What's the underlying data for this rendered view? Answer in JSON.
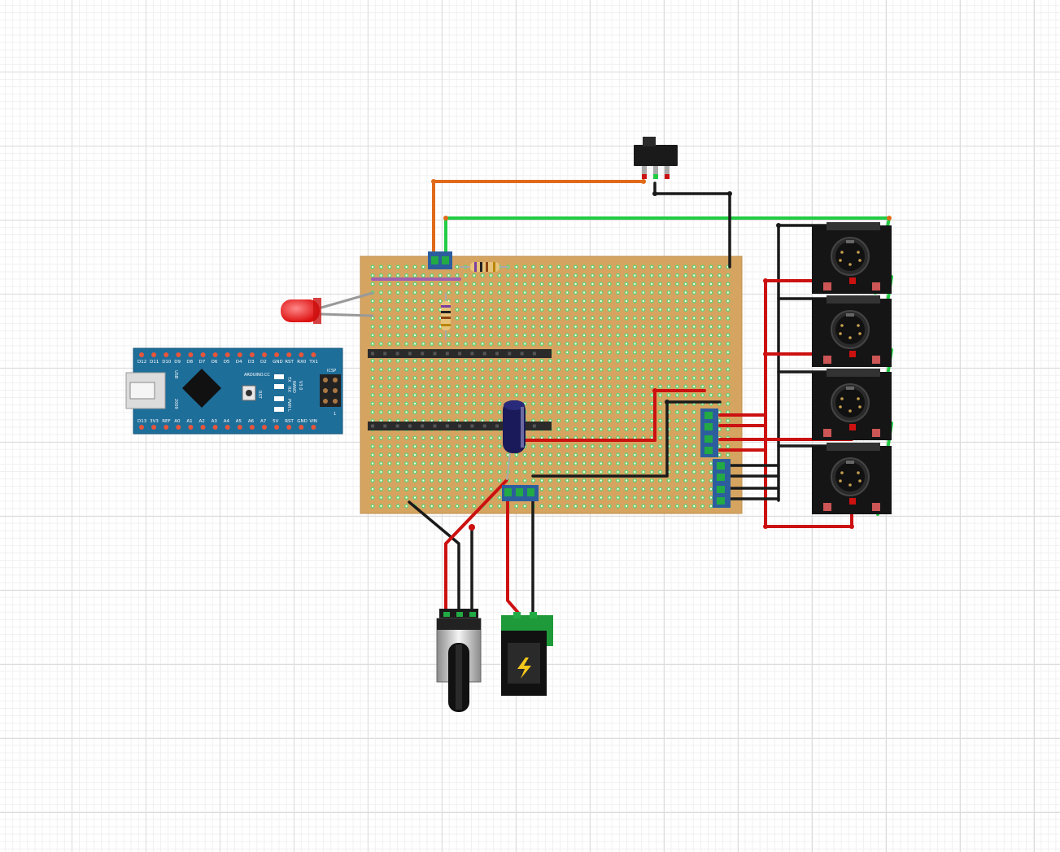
{
  "arduino": {
    "top_pins": [
      "D12",
      "D11",
      "D10",
      "D9",
      "D8",
      "D7",
      "D6",
      "D5",
      "D4",
      "D3",
      "D2",
      "GND",
      "RST",
      "RX0",
      "TX1"
    ],
    "bottom_pins": [
      "D13",
      "3V3",
      "REF",
      "A0",
      "A1",
      "A2",
      "A3",
      "A4",
      "A5",
      "A6",
      "A7",
      "5V",
      "RST",
      "GND",
      "VIN"
    ],
    "silk_brand": "ARDUINO.CC",
    "silk_model": "NANO",
    "silk_version": "V3.0",
    "silk_year": "2009",
    "silk_usb": "USB",
    "led_labels": [
      "TX",
      "RX",
      "PWR",
      "L"
    ],
    "rst_label": "RST",
    "icsp_label": "ICSP",
    "icsp_pin1": "1"
  },
  "colors": {
    "stripboard": "#d4a460",
    "wire_red": "#cc1111",
    "wire_black": "#1a1a1a",
    "wire_green": "#22cc44",
    "wire_orange": "#e06a1a",
    "wire_gray": "#999999",
    "wire_purple": "#a060b0",
    "arduino_blue": "#1e6e9a",
    "terminal_blue": "#2c5e9e",
    "led_red": "#ee2222",
    "capacitor": "#1a1a5a"
  },
  "components": {
    "midi_jacks": 4,
    "resistors": 2,
    "terminal_blocks": 4
  }
}
